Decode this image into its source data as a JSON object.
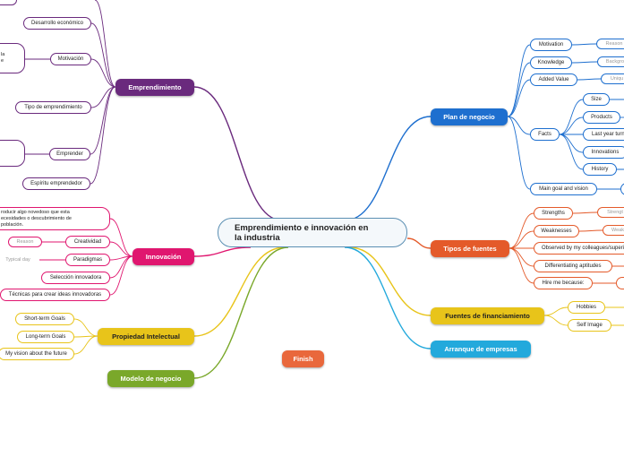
{
  "central": {
    "line1": "Emprendimiento e innovación en",
    "line2": "la industria"
  },
  "colors": {
    "purple": "#6a2a7d",
    "pink": "#e0166f",
    "blue": "#1e6fcf",
    "orange": "#e45a2a",
    "yellow": "#e8c41a",
    "cyan": "#23a9dc",
    "green": "#7aa82a",
    "finish": "#e9683c"
  },
  "emprendimiento": {
    "label": "Emprendimiento",
    "desarrollo": "Desarrollo económico",
    "motivacion": "Motivación",
    "motivacion_text": {
      "line1": "la",
      "line2": "e"
    },
    "tipo": "Tipo de emprendimiento",
    "emprender": "Emprender",
    "espiritu": "Espíritu emprendedor"
  },
  "innovacion": {
    "label": "Innovación",
    "definition": {
      "line1": "roducir algo novedoso que esta",
      "line2": "ecesidades o descubrimiento de",
      "line3": "población."
    },
    "creatividad": "Creatividad",
    "reason": "Reason",
    "paradigmas": "Paradigmas",
    "typical_day": "Typical day",
    "seleccion": "Selección innovadora",
    "tecnicas": "Técnicas para crear ideas innovadoras"
  },
  "propiedad": {
    "label": "Propiedad Intelectual",
    "short": "Short-term Goals",
    "long": "Long-term Goals",
    "vision": "My vision about the future"
  },
  "modelo": {
    "label": "Modelo de negocio"
  },
  "finish": {
    "label": "Finish"
  },
  "plan": {
    "label": "Plan de negocio",
    "motivation": "Motivation",
    "motivation_leaf": "Reason",
    "knowledge": "Knowledge",
    "knowledge_leaf": "Backgro",
    "added_value": "Added Value",
    "added_value_leaf": "Uniqu",
    "facts": "Facts",
    "size": "Size",
    "products": "Products",
    "last_year": "Last year turn",
    "innovations": "Innovations",
    "history": "History",
    "main_goal": "Main goal and vision"
  },
  "tipos": {
    "label": "Tipos de fuentes",
    "strengths": "Strengths",
    "strengths_leaf": "Strengt",
    "weaknesses": "Weaknesses",
    "weaknesses_leaf": "Weak",
    "observed": "Observed by my colleagues/superi",
    "differentiating": "Differentiating aptitudes",
    "hire": "Hire me because:"
  },
  "fuentes": {
    "label": "Fuentes de financiamiento",
    "hobbies": "Hobbies",
    "self_image": "Self Image"
  },
  "arranque": {
    "label": "Arranque de empresas"
  }
}
